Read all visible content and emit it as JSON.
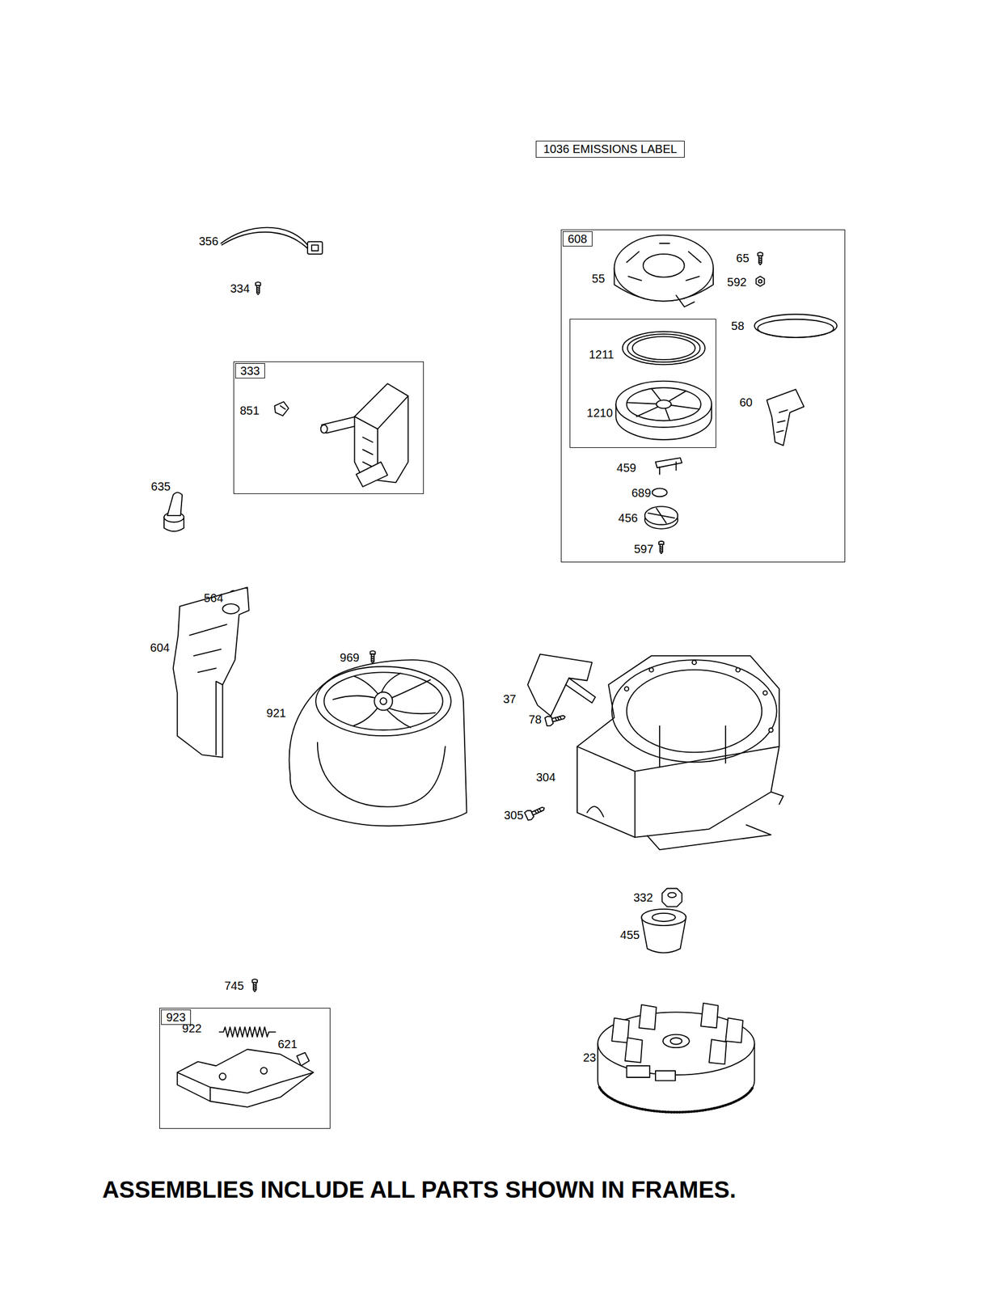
{
  "diagram": {
    "caption": "ASSEMBLIES INCLUDE ALL PARTS SHOWN IN FRAMES.",
    "nodes": [
      {
        "text": [
          "1036 EMISSIONS LABEL"
        ]
      },
      {
        "text": [
          "608",
          "55",
          "65",
          "592",
          "58",
          "60",
          "459",
          "689",
          "456",
          "597"
        ]
      },
      {
        "text": [
          "1211",
          "1210"
        ],
        "in": 1
      },
      {
        "text": [
          "333",
          "851"
        ]
      },
      {
        "text": [
          "923",
          "922",
          "621"
        ]
      }
    ],
    "labels": [
      "356",
      "334",
      "635",
      "564",
      "604",
      "969",
      "921",
      "37",
      "78",
      "304",
      "305",
      "332",
      "455",
      "745",
      "23"
    ]
  }
}
